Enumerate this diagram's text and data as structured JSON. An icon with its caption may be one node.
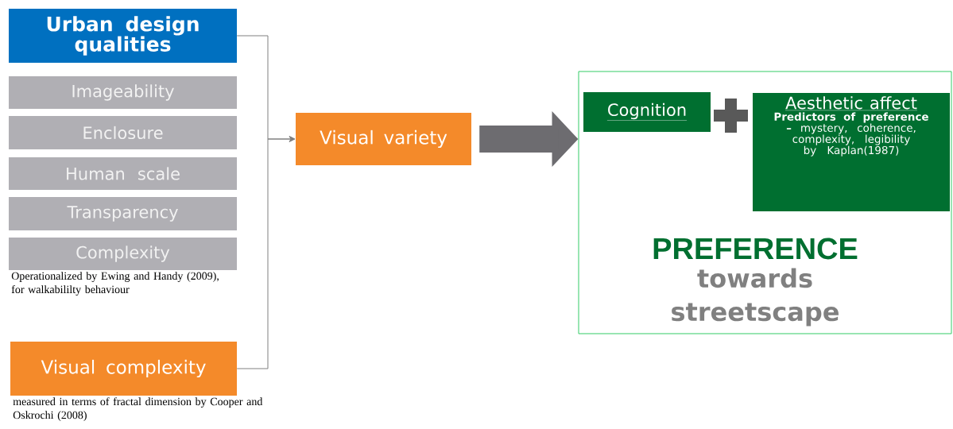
{
  "diagram": {
    "nodes": [
      {
        "text": [
          "Urban design qualities"
        ]
      },
      {
        "text": [
          "Imageability"
        ]
      },
      {
        "text": [
          "Enclosure"
        ]
      },
      {
        "text": [
          "Human scale"
        ]
      },
      {
        "text": [
          "Transparency"
        ]
      },
      {
        "text": [
          "Complexity"
        ],
        "beside": [
          "Operationalized by Ewing and Handy (2009), for walkabililty behaviour"
        ]
      },
      {
        "text": [
          "Visual complexity"
        ],
        "beside": [
          "measured in terms of fractal dimension by Cooper and Oskrochi (2008)"
        ]
      },
      {
        "text": [
          "Visual variety"
        ]
      },
      {
        "text": [
          "PREFERENCE",
          "towards streetscape"
        ]
      },
      {
        "text": [
          "Cognition"
        ],
        "in": 8
      },
      {
        "text": [
          "Aesthetic affect",
          "**Predictors of preference –** mystery, coherence, complexity, legibility by Kaplan(1987)"
        ],
        "in": 8
      }
    ],
    "edges": [
      {
        "from": 0,
        "to": 7,
        "arrow": "to"
      },
      {
        "from": 6,
        "to": 7,
        "arrow": "to"
      },
      {
        "from": 7,
        "to": 8,
        "arrow": "to",
        "style": "thick",
        "color": "#6d6c70"
      }
    ]
  }
}
